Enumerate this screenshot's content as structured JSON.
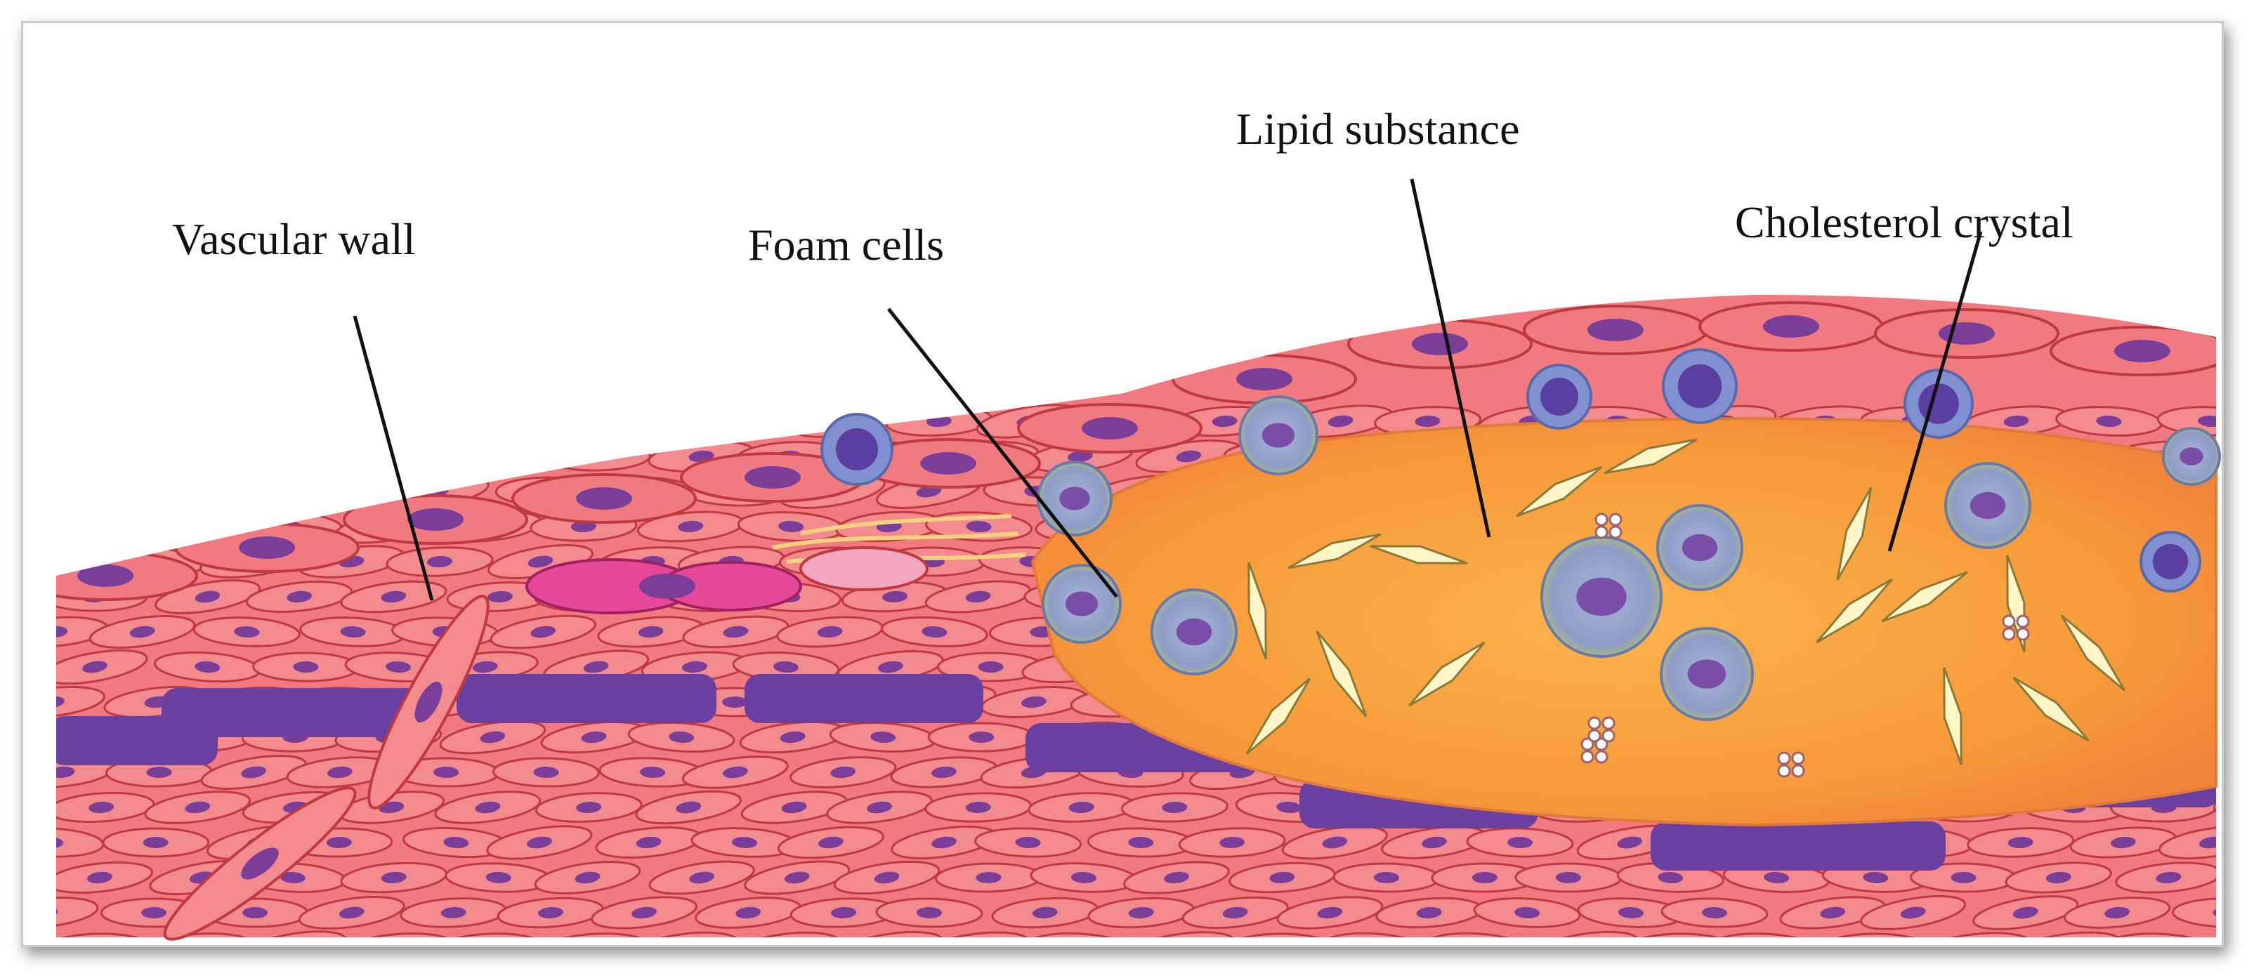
{
  "diagram": {
    "labels": {
      "vascular_wall": "Vascular wall",
      "foam_cells": "Foam cells",
      "lipid_substance": "Lipid substance",
      "cholesterol_crystal": "Cholesterol crystal"
    },
    "colors": {
      "tissue": "#f07a80",
      "cell_outline": "#c0393f",
      "nucleus": "#7a3e99",
      "lipid": "#f7a23e",
      "foam_cell": "#8a9ec8",
      "crystal": "#fff6c8",
      "membrane": "#6b3fa0"
    }
  }
}
